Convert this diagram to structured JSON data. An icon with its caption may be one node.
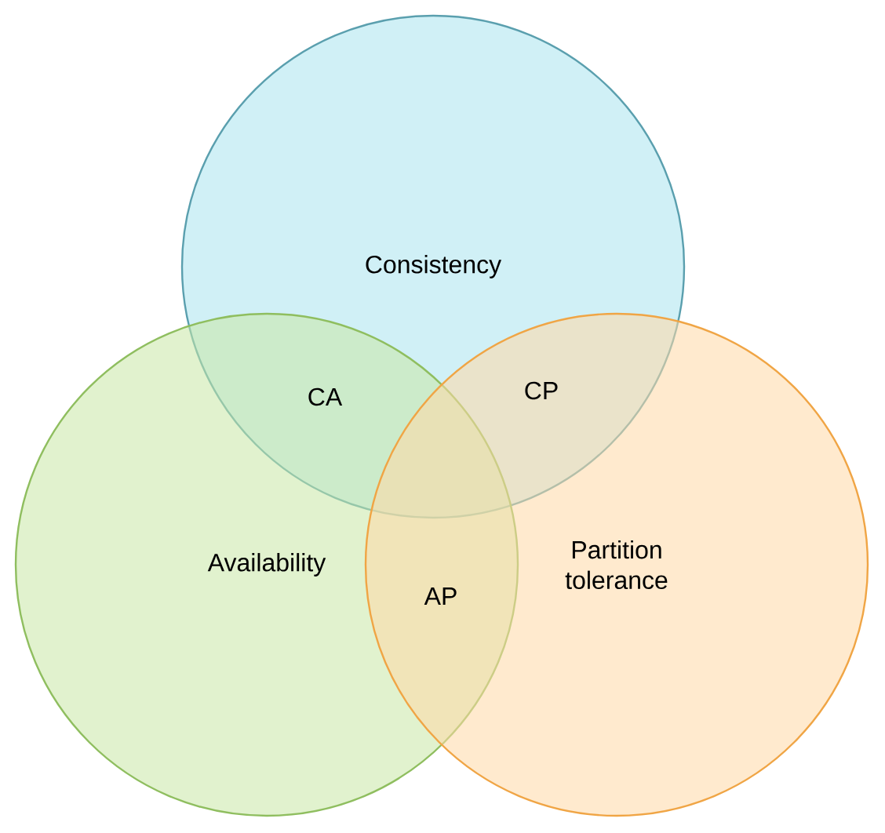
{
  "diagram": {
    "nodes": [
      {
        "text": [
          "Consistency"
        ]
      },
      {
        "text": [
          "Availability"
        ]
      },
      {
        "text": [
          "Partition tolerance"
        ]
      }
    ],
    "labels": [
      "CA",
      "CP",
      "AP"
    ]
  }
}
